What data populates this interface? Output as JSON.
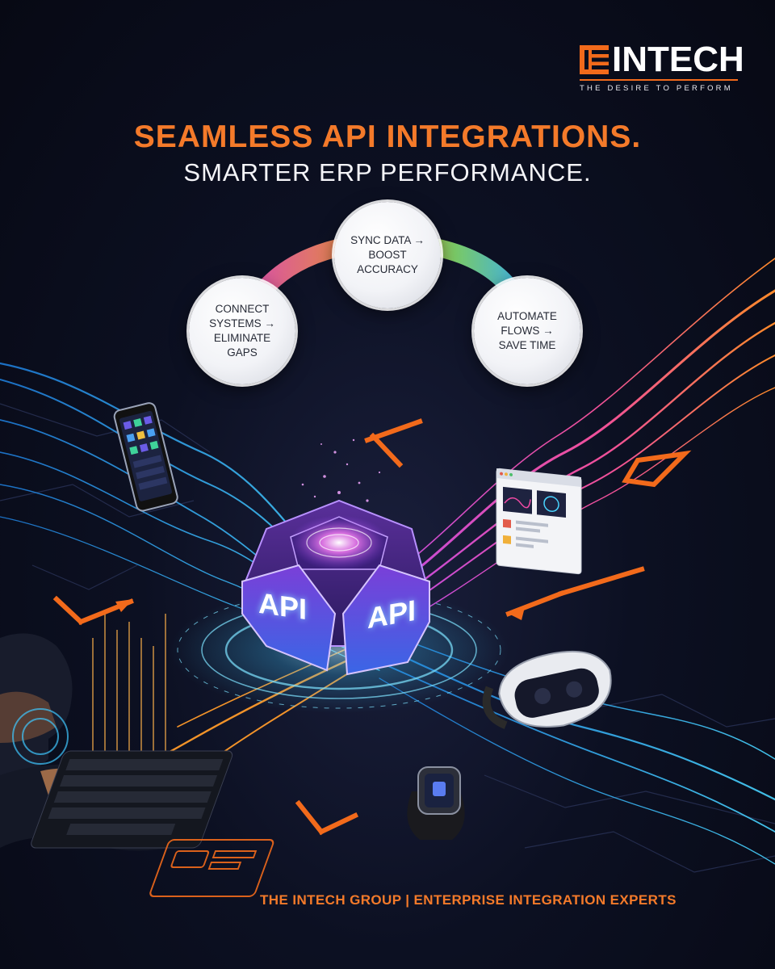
{
  "brand": {
    "name": "INTECH",
    "tagline": "THE DESIRE TO PERFORM",
    "accent_color": "#f26a1b"
  },
  "headline": {
    "line1": "SEAMLESS API INTEGRATIONS.",
    "line2": "SMARTER ERP PERFORMANCE."
  },
  "features": [
    {
      "label": "CONNECT\nSYSTEMS →\nELIMINATE\nGAPS"
    },
    {
      "label": "SYNC DATA →\nBOOST\nACCURACY"
    },
    {
      "label": "AUTOMATE\nFLOWS →\nSAVE TIME"
    }
  ],
  "hub": {
    "label_left": "API",
    "label_right": "API"
  },
  "icons": [
    "smartphone-icon",
    "browser-window-icon",
    "vr-headset-icon",
    "smartwatch-icon",
    "keyboard-icon",
    "person-silhouette-icon",
    "arrow-icon"
  ],
  "footer": {
    "text": "THE INTECH GROUP | ENTERPRISE INTEGRATION EXPERTS"
  },
  "colors": {
    "background": "#0a0d1c",
    "orange": "#f47a2a",
    "cyan": "#3ec8ff",
    "magenta": "#e25bd8"
  }
}
